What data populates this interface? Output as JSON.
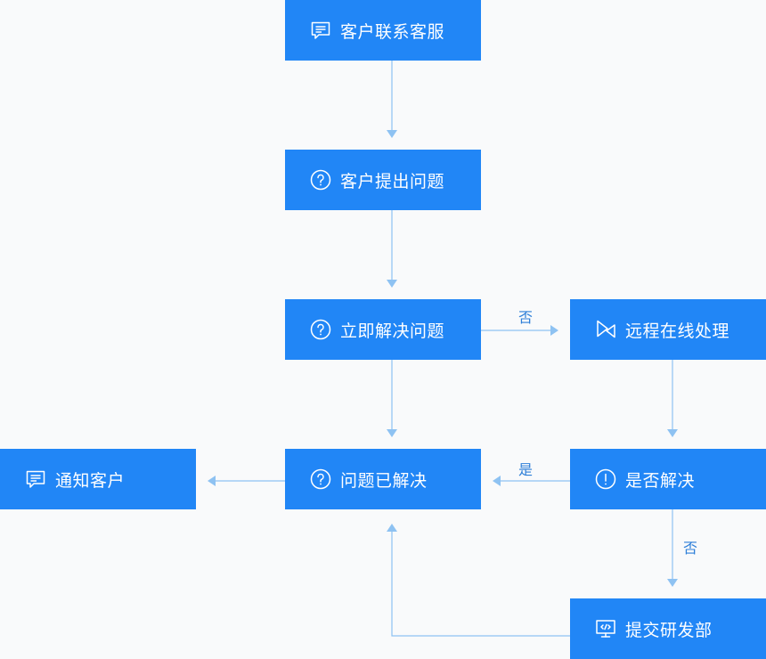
{
  "nodes": {
    "contact_service": {
      "label": "客户联系客服",
      "icon": "chat-icon"
    },
    "raise_issue": {
      "label": "客户提出问题",
      "icon": "question-icon"
    },
    "solve_immediately": {
      "label": "立即解决问题",
      "icon": "question-icon"
    },
    "remote_online": {
      "label": "远程在线处理",
      "icon": "remote-play-icon"
    },
    "issue_resolved": {
      "label": "问题已解决",
      "icon": "question-icon"
    },
    "is_resolved": {
      "label": "是否解决",
      "icon": "alert-icon"
    },
    "notify_customer": {
      "label": "通知客户",
      "icon": "chat-icon"
    },
    "submit_rd": {
      "label": "提交研发部",
      "icon": "code-monitor-icon"
    }
  },
  "edge_labels": {
    "no_remote": "否",
    "yes_resolved": "是",
    "no_submit": "否"
  },
  "colors": {
    "node_fill": "#2186f6",
    "node_text": "#ffffff",
    "connector": "#8ec2f2",
    "label_text": "#2e7fd8",
    "background": "#f9fafb"
  }
}
